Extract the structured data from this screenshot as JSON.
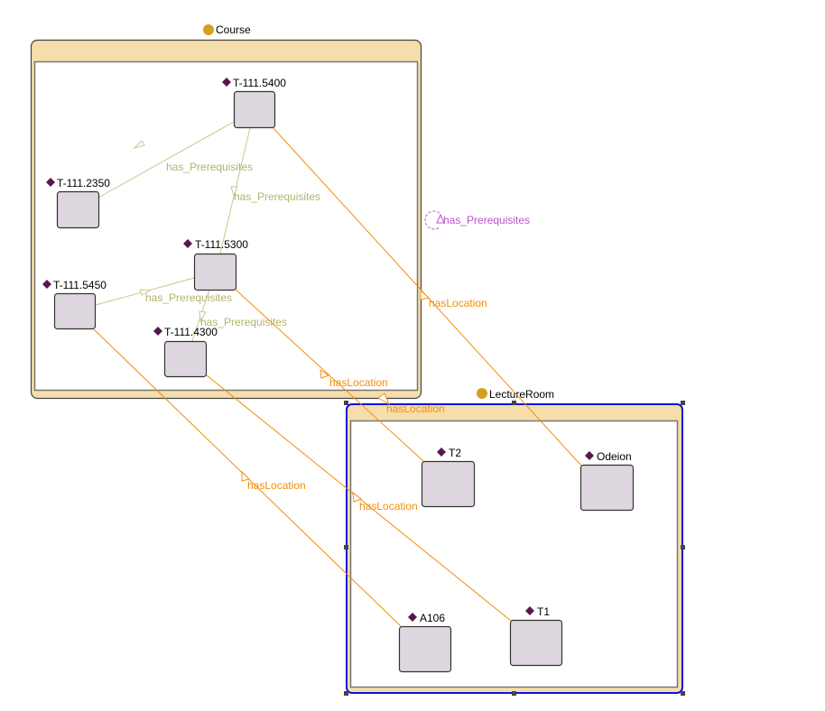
{
  "classes": [
    {
      "id": "course",
      "label": "Course",
      "selected": false
    },
    {
      "id": "lectureroom",
      "label": "LectureRoom",
      "selected": true
    }
  ],
  "individuals": [
    {
      "id": "t5400",
      "label": "T-111.5400",
      "class": "course"
    },
    {
      "id": "t2350",
      "label": "T-111.2350",
      "class": "course"
    },
    {
      "id": "t5300",
      "label": "T-111.5300",
      "class": "course"
    },
    {
      "id": "t5450",
      "label": "T-111.5450",
      "class": "course"
    },
    {
      "id": "t4300",
      "label": "T-111.4300",
      "class": "course"
    },
    {
      "id": "t2",
      "label": "T2",
      "class": "lectureroom"
    },
    {
      "id": "odeion",
      "label": "Odeion",
      "class": "lectureroom"
    },
    {
      "id": "a106",
      "label": "A106",
      "class": "lectureroom"
    },
    {
      "id": "t1",
      "label": "T1",
      "class": "lectureroom"
    }
  ],
  "edges": [
    {
      "from": "t5400",
      "to": "t2350",
      "label": "has_Prerequisites",
      "kind": "prereq"
    },
    {
      "from": "t5400",
      "to": "t5300",
      "label": "has_Prerequisites",
      "kind": "prereq"
    },
    {
      "from": "t5450",
      "to": "t5300",
      "label": "has_Prerequisites",
      "kind": "prereq"
    },
    {
      "from": "t4300",
      "to": "t5300",
      "label": "has_Prerequisites",
      "kind": "prereq"
    },
    {
      "from": "t5400",
      "to": "odeion",
      "label": "hasLocation",
      "kind": "location"
    },
    {
      "from": "t5300",
      "to": "t2",
      "label": "hasLocation",
      "kind": "location"
    },
    {
      "from": "t5450",
      "to": "a106",
      "label": "hasLocation",
      "kind": "location"
    },
    {
      "from": "t4300",
      "to": "t1",
      "label": "hasLocation",
      "kind": "location"
    },
    {
      "from": "course",
      "to": "lectureroom",
      "label": "hasLocation",
      "kind": "location"
    }
  ],
  "self_edge": {
    "on": "course",
    "label": "has_Prerequisites"
  },
  "colors": {
    "class_dot": "#d4a020",
    "class_header": "#f5deaa",
    "individual_fill": "#dfd7e0",
    "individual_marker": "#55184f",
    "prereq_edge": "#c8c890",
    "prereq_label": "#b3b36b",
    "location_edge": "#f0900a",
    "self_edge": "#c050d0",
    "selection": "#1010e0"
  }
}
